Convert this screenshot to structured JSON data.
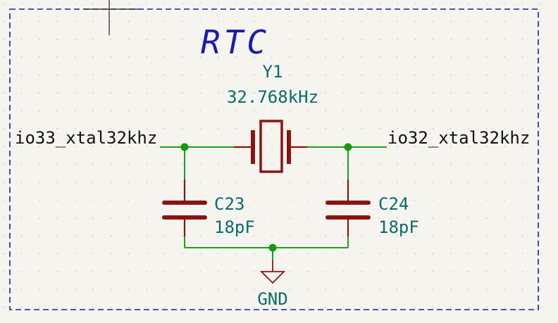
{
  "sheet": {
    "title": "RTC",
    "colors": {
      "background": "#f5f4ef",
      "grid_dot": "#c9c8c0",
      "frame": "#1a1ab4",
      "wire": "#1e9e1e",
      "junction": "#139a13",
      "component_body": "#8a1414",
      "ref_text": "#0b6b6b",
      "label_text": "#111111",
      "cursor": "#222222"
    }
  },
  "components": {
    "y1": {
      "ref": "Y1",
      "value": "32.768kHz",
      "icon": "crystal-oscillator"
    },
    "c23": {
      "ref": "C23",
      "value": "18pF",
      "icon": "capacitor"
    },
    "c24": {
      "ref": "C24",
      "value": "18pF",
      "icon": "capacitor"
    },
    "gnd": {
      "ref": "GND",
      "icon": "ground-symbol"
    }
  },
  "labels": {
    "left_net": "io33_xtal32khz",
    "right_net": "io32_xtal32khz"
  }
}
